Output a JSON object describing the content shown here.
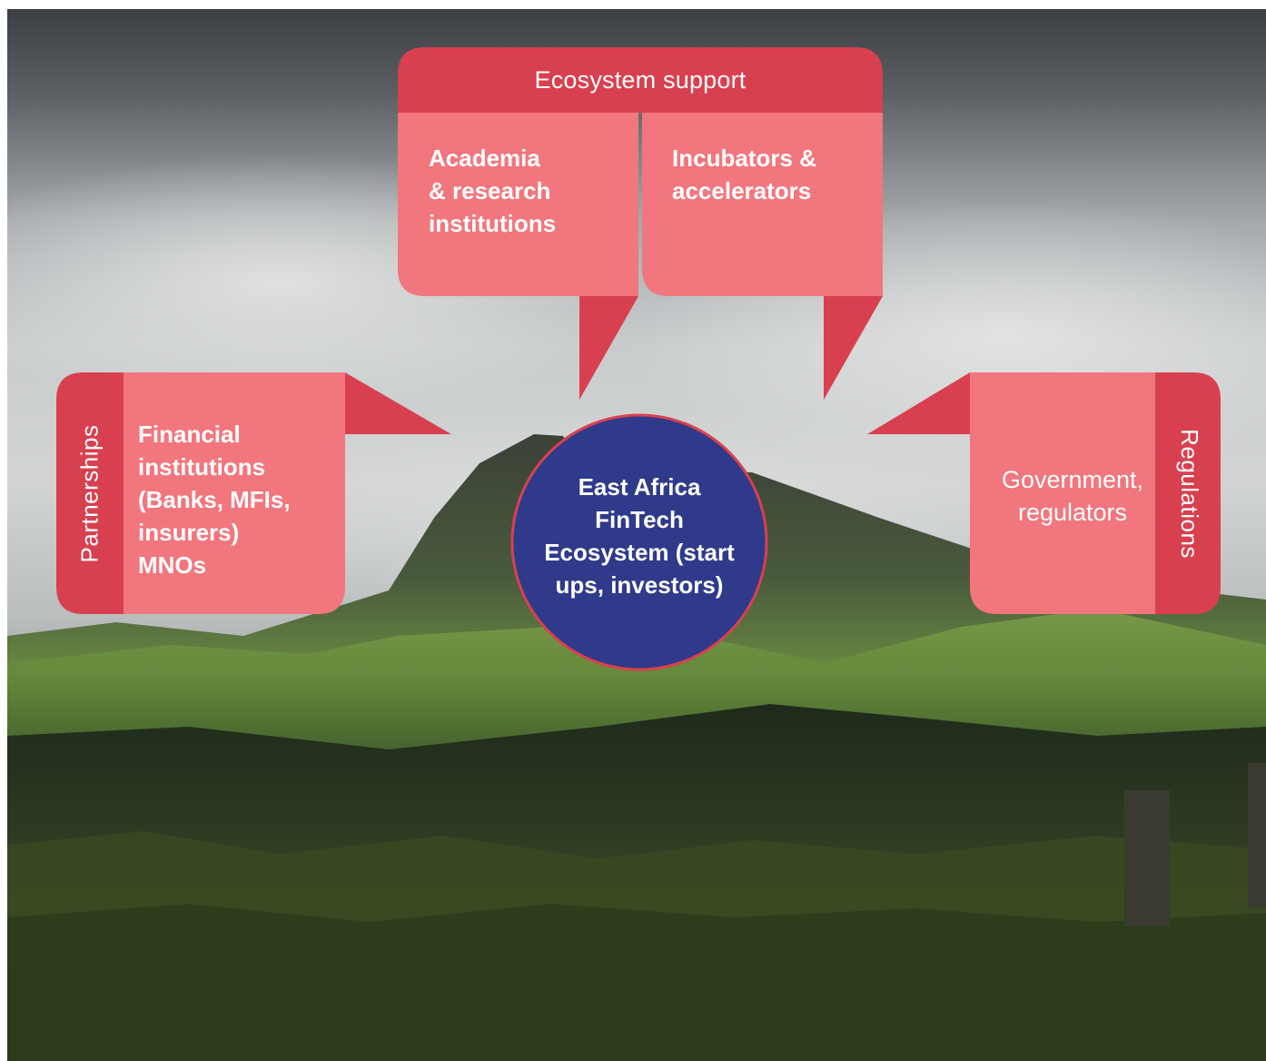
{
  "diagram": {
    "top_group": {
      "header": "Ecosystem support",
      "left_box": [
        "Academia",
        "& research",
        "institutions"
      ],
      "right_box": [
        "Incubators &",
        "accelerators"
      ]
    },
    "left_group": {
      "side_label": "Partnerships",
      "box": [
        "Financial",
        "institutions",
        "(Banks, MFIs,",
        "insurers)",
        "MNOs"
      ]
    },
    "right_group": {
      "side_label": "Regulations",
      "box": [
        "Government,",
        "regulators"
      ]
    },
    "center": {
      "label": [
        "East Africa",
        "FinTech",
        "Ecosystem (start",
        "ups, investors)"
      ]
    }
  },
  "colors": {
    "header_red": "#d9404f",
    "box_pink": "#f2767d",
    "circle_navy": "#2f3a8a",
    "circle_border": "#d9404f"
  }
}
